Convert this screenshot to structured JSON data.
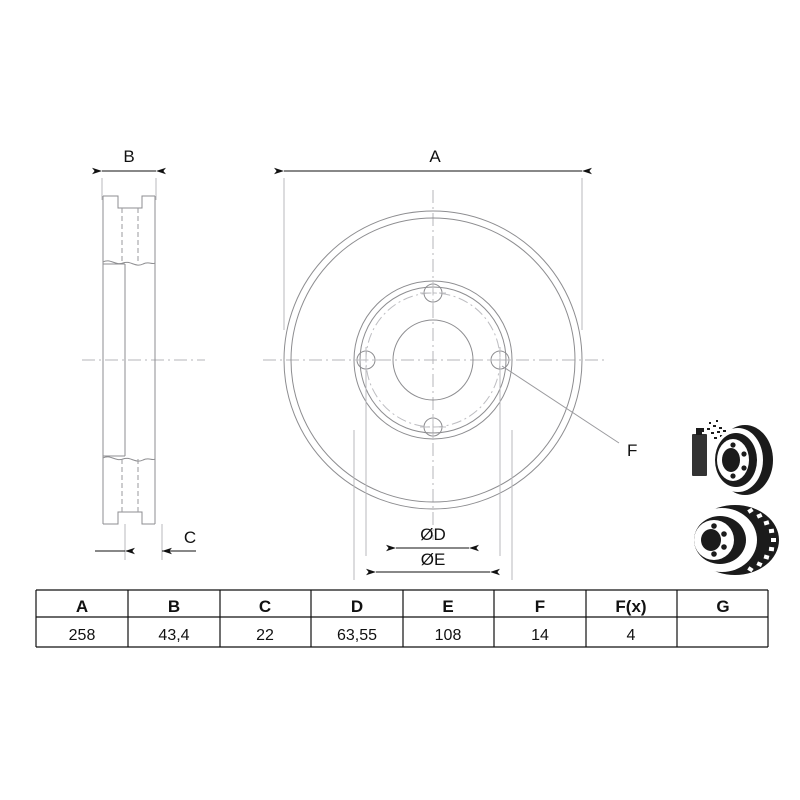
{
  "document": {
    "type": "technical-drawing",
    "subject": "brake-disc-dimension-drawing"
  },
  "dimensions": {
    "overall_diameter": {
      "id": "dim-a",
      "label": "A"
    },
    "disc_height": {
      "id": "dim-b",
      "label": "B"
    },
    "hub_thickness": {
      "id": "dim-c",
      "label": "C"
    },
    "bolt_circle": {
      "id": "dim-d",
      "label": "ØD"
    },
    "hub_diameter": {
      "id": "dim-e",
      "label": "ØE"
    },
    "bolt_hole": {
      "id": "dim-f",
      "label": "F"
    }
  },
  "table": {
    "headers": [
      "A",
      "B",
      "C",
      "D",
      "E",
      "F",
      "F(x)",
      "G"
    ],
    "values": [
      "258",
      "43,4",
      "22",
      "63,55",
      "108",
      "14",
      "4",
      ""
    ]
  },
  "product_images": [
    {
      "name": "spray-can-with-disc",
      "caption": ""
    },
    {
      "name": "vented-brake-disc",
      "caption": ""
    }
  ],
  "colors": {
    "line": "#8d8d90",
    "centerline": "#b4b4b8",
    "text": "#111111",
    "table_border": "#111111",
    "photo_dark": "#1b1b1b",
    "background": "#ffffff"
  }
}
